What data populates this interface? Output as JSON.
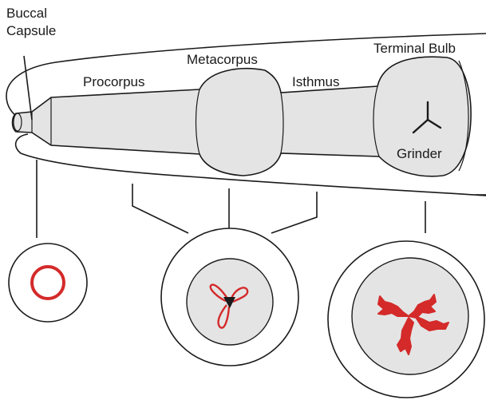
{
  "labels": {
    "buccal_line1": "Buccal",
    "buccal_line2": "Capsule",
    "procorpus": "Procorpus",
    "metacorpus": "Metacorpus",
    "isthmus": "Isthmus",
    "terminal_bulb": "Terminal Bulb",
    "grinder": "Grinder"
  },
  "colors": {
    "outline": "#1a1a1a",
    "tissue_fill": "#e4e4e4",
    "lumen_red": "#d42a2a",
    "background": "#ffffff"
  }
}
